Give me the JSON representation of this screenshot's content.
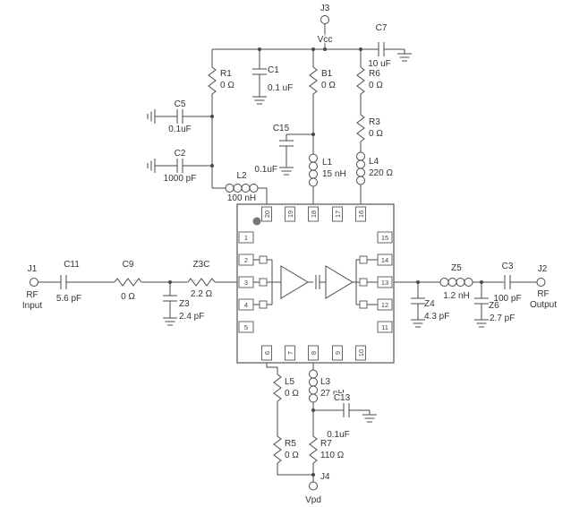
{
  "schematic": {
    "connectors": {
      "j1": {
        "ref": "J1",
        "line1": "RF",
        "line2": "Input"
      },
      "j2": {
        "ref": "J2",
        "line1": "RF",
        "line2": "Output"
      },
      "j3": {
        "ref": "J3",
        "net": "Vcc"
      },
      "j4": {
        "ref": "J4",
        "net": "Vpd"
      }
    },
    "components": {
      "c7": {
        "ref": "C7",
        "value": "10 uF"
      },
      "r1": {
        "ref": "R1",
        "value": "0 Ω"
      },
      "c1": {
        "ref": "C1",
        "value": "0.1 uF"
      },
      "b1": {
        "ref": "B1",
        "value": "0 Ω"
      },
      "r6": {
        "ref": "R6",
        "value": "0 Ω"
      },
      "c5": {
        "ref": "C5",
        "value": "0.1uF"
      },
      "c2": {
        "ref": "C2",
        "value": "1000 pF"
      },
      "c15": {
        "ref": "C15",
        "value": "0.1uF"
      },
      "l1": {
        "ref": "L1",
        "value": "15 nH"
      },
      "r3": {
        "ref": "R3",
        "value": "0 Ω"
      },
      "l4": {
        "ref": "L4",
        "value": "220 Ω"
      },
      "l2": {
        "ref": "L2",
        "value": "100 nH"
      },
      "c11": {
        "ref": "C11",
        "value": "5.6 pF"
      },
      "c9": {
        "ref": "C9",
        "value": "0 Ω"
      },
      "z3c": {
        "ref": "Z3C",
        "value": "2.2 Ω"
      },
      "z3": {
        "ref": "Z3",
        "value": "2.4 pF"
      },
      "z4": {
        "ref": "Z4",
        "value": "4.3 pF"
      },
      "z5": {
        "ref": "Z5",
        "value": "1.2 nH"
      },
      "z6": {
        "ref": "Z6",
        "value": "2.7 pF"
      },
      "c3": {
        "ref": "C3",
        "value": "100 pF"
      },
      "l5": {
        "ref": "L5",
        "value": "0 Ω"
      },
      "l3": {
        "ref": "L3",
        "value": "27 nH"
      },
      "c13": {
        "ref": "C13",
        "value": "0.1uF"
      },
      "r5": {
        "ref": "R5",
        "value": "0 Ω"
      },
      "r7": {
        "ref": "R7",
        "value": "110 Ω"
      }
    },
    "ic": {
      "pins_left": [
        "1",
        "2",
        "3",
        "4",
        "5"
      ],
      "pins_right": [
        "15",
        "14",
        "13",
        "12",
        "11"
      ],
      "pins_top": [
        "20",
        "19",
        "18",
        "17",
        "16"
      ],
      "pins_bottom": [
        "6",
        "7",
        "8",
        "9",
        "10"
      ]
    },
    "colors": {
      "wire": "#4a4a4a",
      "text": "#333333",
      "background": "#ffffff"
    }
  }
}
